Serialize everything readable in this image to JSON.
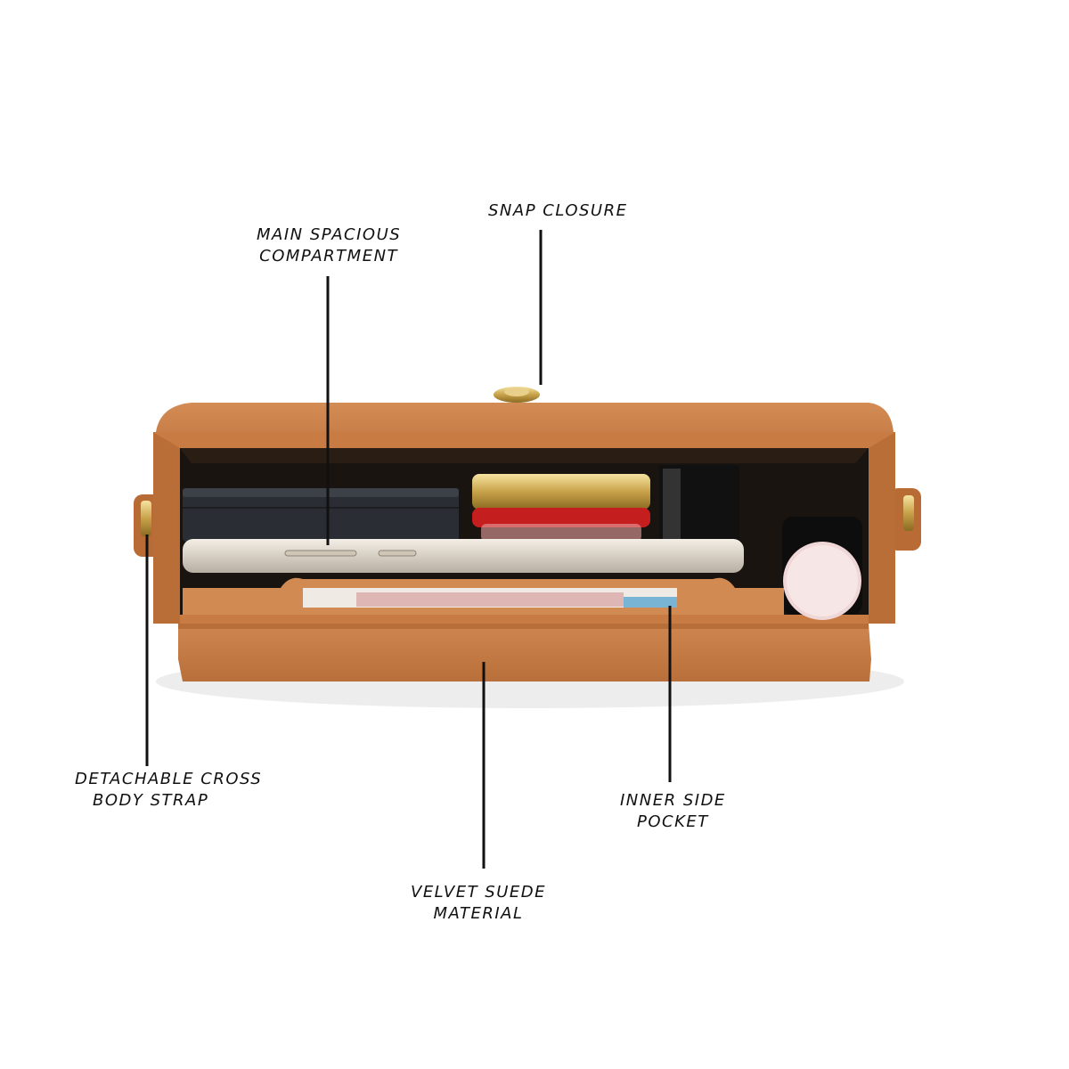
{
  "callouts": {
    "snap_closure": {
      "lines": [
        "SNAP CLOSURE"
      ]
    },
    "main_compartment": {
      "lines": [
        "MAIN SPACIOUS",
        "COMPARTMENT"
      ]
    },
    "cross_body_strap": {
      "lines": [
        "DETACHABLE CROSS",
        "BODY STRAP"
      ]
    },
    "inner_side_pocket": {
      "lines": [
        "INNER SIDE",
        "POCKET"
      ]
    },
    "velvet_suede": {
      "lines": [
        "VELVET SUEDE",
        "MATERIAL"
      ]
    }
  },
  "colors": {
    "suede": "#c97f45",
    "suede_dark": "#a45f2c",
    "suede_light": "#dc9a62",
    "lining": "#d8955f",
    "interior_dark": "#1a1410",
    "callout_line": "#111111"
  }
}
